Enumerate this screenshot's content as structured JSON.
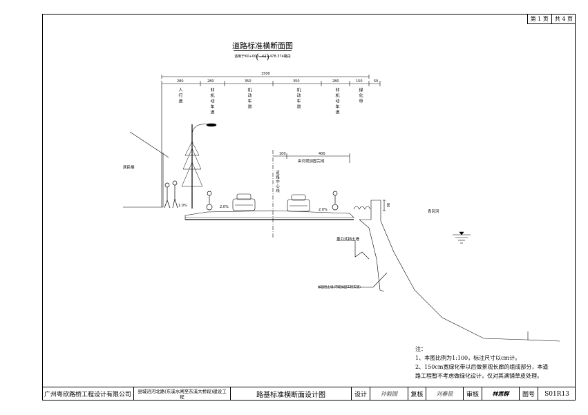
{
  "page_info": {
    "page": "第 1 页",
    "total": "共 4 页"
  },
  "title": "道路标准横断面图(一)",
  "subtitle": "适用于K0+000—K1+478.374路段",
  "dims": {
    "total": "1500",
    "segments": [
      "280",
      "280",
      "350",
      "350",
      "280",
      "150",
      "50"
    ],
    "line_labels": [
      "100",
      "400"
    ],
    "right_height": "80",
    "slope_left": "1.0%",
    "slope_mid": "2.0%",
    "slope_right": "2.0%"
  },
  "lanes": [
    "人行道",
    "非机动车道",
    "机动车道",
    "机动车道",
    "非机动车道",
    "绿化带"
  ],
  "labels": {
    "building": "居民楼",
    "centerline": "道路中心线",
    "widen_note": "由河堤加固完成",
    "river": "青冈河",
    "retaining_wall": "重力式挡土墙",
    "embankment": "加固挡土墙(河堤加固工程实施)"
  },
  "notes": {
    "heading": "注：",
    "n1": "1、本图比例为1:100，标注尺寸以cm计。",
    "n2": "2、150cm宽绿化带以后做景观长廊的组成部分，本道路工程暂不考虑做绿化设计，仅对其满铺草皮处理。"
  },
  "title_block": {
    "company": "广州粤欣路桥工程设计有限公司",
    "project": "县城滔河北路(东溪水闸至东溪大桥段)建设工程",
    "drawing_name": "路基标准横断面设计图",
    "design_label": "设计",
    "design_sign": "孙毅园",
    "review_label": "复核",
    "review_sign": "刘春昆",
    "audit_label": "审核",
    "audit_sign": "林思群",
    "drawing_no_label": "图号",
    "drawing_no": "S01R13"
  }
}
